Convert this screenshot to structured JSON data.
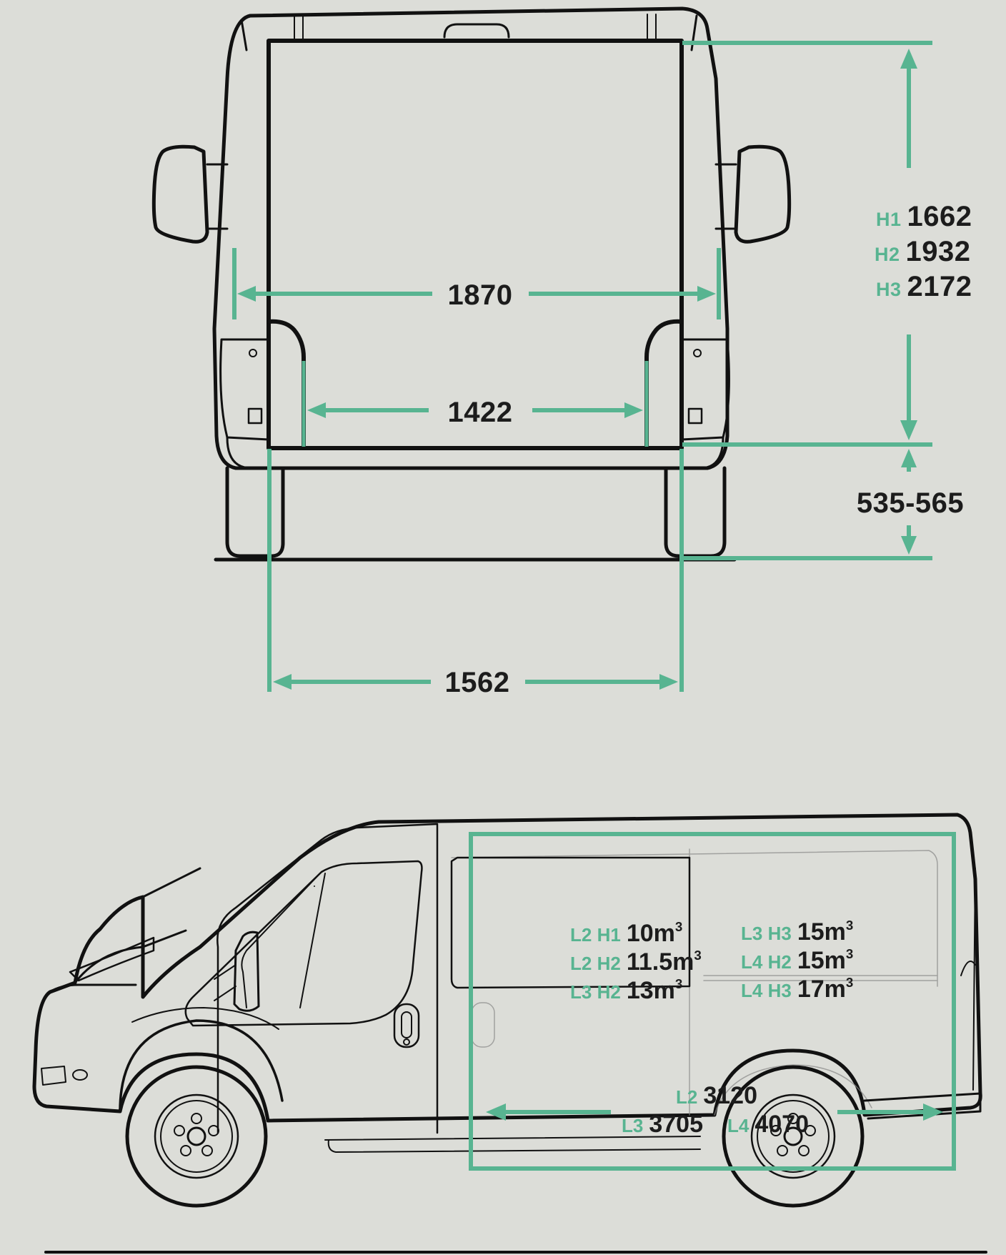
{
  "colors": {
    "background": "#dcddd8",
    "accent": "#58b491",
    "line": "#111111"
  },
  "rear_view": {
    "cargo_width_label": "1870",
    "between_arches_label": "1422",
    "door_opening_width_label": "1562",
    "floor_height_label": "535-565",
    "heights": [
      {
        "tag": "H1",
        "value": "1662"
      },
      {
        "tag": "H2",
        "value": "1932"
      },
      {
        "tag": "H3",
        "value": "2172"
      }
    ]
  },
  "side_view": {
    "volumes_left": [
      {
        "tag": "L2 H1",
        "value": "10m",
        "unit_exp": "3"
      },
      {
        "tag": "L2 H2",
        "value": "11.5m",
        "unit_exp": "3"
      },
      {
        "tag": "L3 H2",
        "value": "13m",
        "unit_exp": "3"
      }
    ],
    "volumes_right": [
      {
        "tag": "L3 H3",
        "value": "15m",
        "unit_exp": "3"
      },
      {
        "tag": "L4 H2",
        "value": "15m",
        "unit_exp": "3"
      },
      {
        "tag": "L4 H3",
        "value": "17m",
        "unit_exp": "3"
      }
    ],
    "lengths": [
      {
        "tag": "L2",
        "value": "3120"
      },
      {
        "tag": "L3",
        "value": "3705"
      },
      {
        "tag": "L4",
        "value": "4070"
      }
    ]
  }
}
